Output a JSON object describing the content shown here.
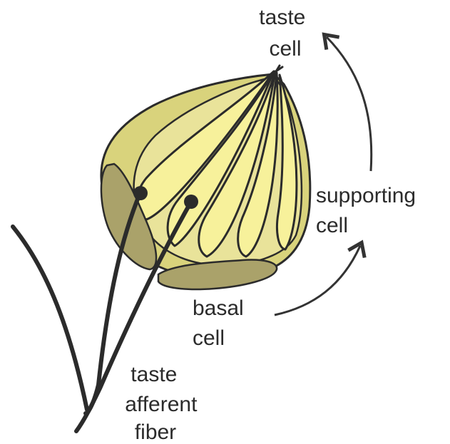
{
  "labels": {
    "taste_cell": [
      "taste",
      "cell"
    ],
    "supporting_cell": [
      "supporting",
      "cell"
    ],
    "basal_cell": [
      "basal",
      "cell"
    ],
    "afferent_fiber": [
      "taste",
      "afferent",
      "fiber"
    ]
  },
  "colors": {
    "outer_bud": "#d9d37c",
    "support_cell": "#e9e39a",
    "taste_cell": "#f7f19b",
    "basal_cell": "#aaa26a",
    "outline": "#2b2b2b",
    "fiber": "#2b2b2b",
    "arrow": "#333333"
  }
}
